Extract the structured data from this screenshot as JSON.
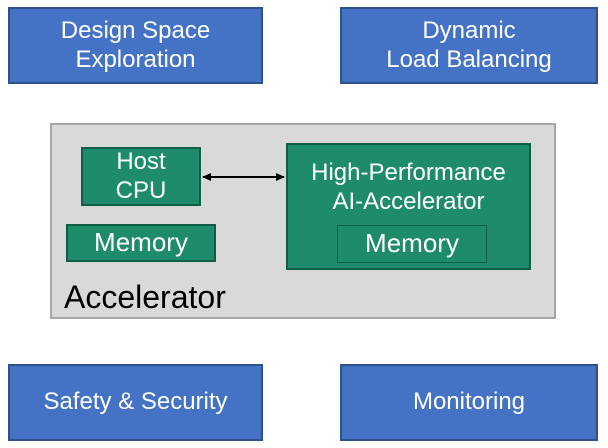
{
  "top_boxes": {
    "design_space": [
      "Design Space",
      "Exploration"
    ],
    "load_balancing": [
      "Dynamic",
      "Load Balancing"
    ]
  },
  "accelerator": {
    "label": "Accelerator",
    "host_cpu": [
      "Host",
      "CPU"
    ],
    "host_memory": "Memory",
    "ai_accelerator": [
      "High-Performance",
      "AI-Accelerator"
    ],
    "ai_memory": "Memory"
  },
  "bottom_boxes": {
    "safety": "Safety & Security",
    "monitoring": "Monitoring"
  },
  "colors": {
    "blue_fill": "#4472c4",
    "green_fill": "#1e8c6a",
    "container_fill": "#d9d9d9"
  }
}
